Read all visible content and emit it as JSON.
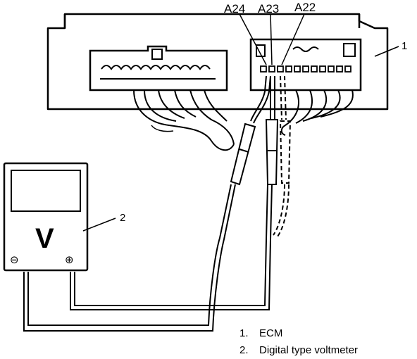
{
  "pins": {
    "a24": "A24",
    "a23": "A23",
    "a22": "A22"
  },
  "callouts": {
    "one": "1",
    "two": "2"
  },
  "meter": {
    "symbol": "V",
    "negative_terminal": "⊖",
    "positive_terminal": "⊕"
  },
  "legend": {
    "item1_number": "1.",
    "item1_text": "ECM",
    "item2_number": "2.",
    "item2_text": "Digital type voltmeter"
  }
}
